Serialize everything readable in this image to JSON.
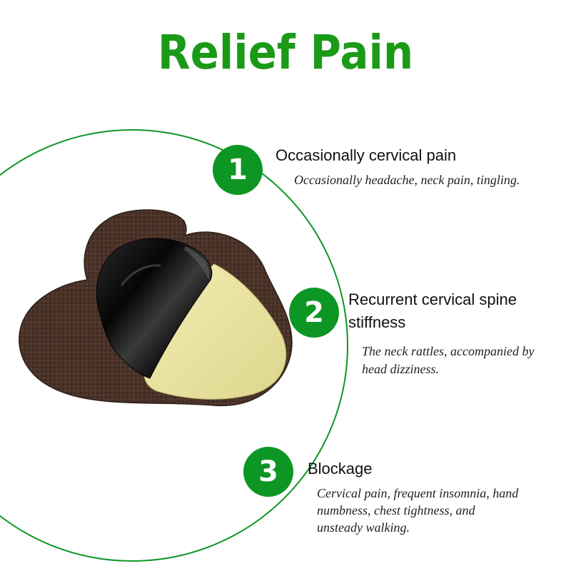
{
  "header": {
    "title": "Relief Pain"
  },
  "colors": {
    "accent_green": "#0d9624",
    "title_green": "#1b9a18",
    "patch_brown": "#4a3429",
    "patch_black": "#0e0e0e",
    "liner_yellow": "#ece7a0"
  },
  "items": [
    {
      "number": "1",
      "title": "Occasionally cervical pain",
      "description": "Occasionally headache, neck pain, tingling."
    },
    {
      "number": "2",
      "title_line1": "Recurrent cervical spine",
      "title_line2": "stiffness",
      "description_line1": "The neck rattles, accompanied by",
      "description_line2": "head dizziness."
    },
    {
      "number": "3",
      "title": "Blockage",
      "description_line1": "Cervical pain, frequent insomnia, hand",
      "description_line2": "numbness, chest tightness, and",
      "description_line3": "unsteady walking."
    }
  ]
}
